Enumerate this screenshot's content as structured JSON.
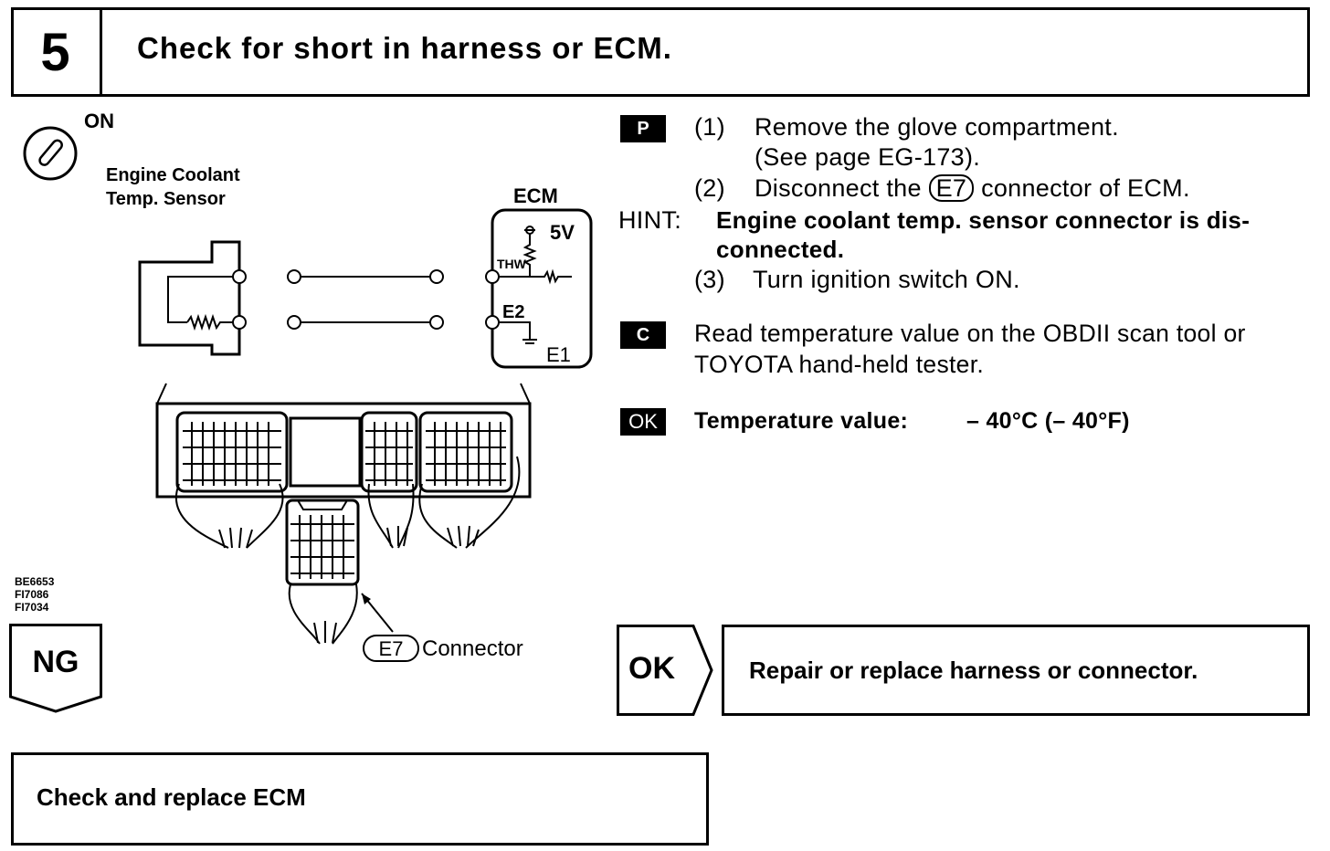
{
  "header": {
    "step_number": "5",
    "title": "Check for short in harness or ECM."
  },
  "diagram": {
    "switch_label": "ON",
    "sensor_label_line1": "Engine Coolant",
    "sensor_label_line2": "Temp. Sensor",
    "ecm_label": "ECM",
    "voltage_label": "5V",
    "thw_label": "THW",
    "e2_label": "E2",
    "e1_label": "E1",
    "connector_id": "E7",
    "connector_label": "Connector",
    "ref_codes": [
      "BE6653",
      "FI7086",
      "FI7034"
    ]
  },
  "instructions": {
    "p_badge": "P",
    "step1_num": "(1)",
    "step1_text": "Remove the glove compartment.",
    "step1_sub": "(See page EG-173).",
    "step2_num": "(2)",
    "step2_pre": "Disconnect the",
    "step2_connector": "E7",
    "step2_post": "connector of ECM.",
    "hint_label": "HINT:",
    "hint_line1": "Engine coolant temp. sensor connector is dis-",
    "hint_line2": "connected.",
    "step3_num": "(3)",
    "step3_text": "Turn ignition switch ON.",
    "c_badge": "C",
    "c_line1": "Read temperature value on the OBDII scan tool or",
    "c_line2": "TOYOTA hand-held tester.",
    "ok_badge": "OK",
    "ok_label": "Temperature value:",
    "ok_value": "– 40°C (– 40°F)"
  },
  "results": {
    "ng_label": "NG",
    "ok_label": "OK",
    "ok_action": "Repair or replace harness or connector.",
    "ng_action": "Check and replace ECM"
  }
}
